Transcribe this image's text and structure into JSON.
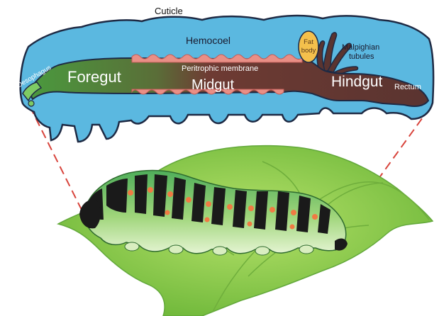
{
  "labels": {
    "cuticle": "Cuticle",
    "hemocoel": "Hemocoel",
    "fat_body": [
      "Fat",
      "body"
    ],
    "malpighian": [
      "Malpighian",
      "tubules"
    ],
    "oesophagus": "Oesophagus",
    "foregut": "Foregut",
    "peritrophic": "Peritrophic membrane",
    "midgut": "Midgut",
    "hindgut": "Hindgut",
    "rectum": "Rectum"
  },
  "colors": {
    "hemocoel": "#5bb8e0",
    "outline": "#1e2a44",
    "foregut": "#3f8e3c",
    "midgut": "#6e3b33",
    "hindgut": "#5a3430",
    "membrane": "#e98f86",
    "fat_body": "#f4c04c",
    "dashed_line": "#d8433b",
    "leaf": "#8ed046",
    "caterpillar_body": "#9bd56a",
    "caterpillar_stripe": "#1a1a1a",
    "caterpillar_spot": "#f07a43"
  }
}
